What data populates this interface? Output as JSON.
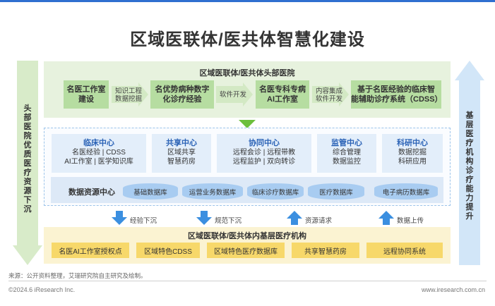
{
  "title": "区域医联体/医共体智慧化建设",
  "left_column": {
    "text": [
      "头",
      "部",
      "医",
      "院",
      "优",
      "质",
      "医",
      "疗",
      "资",
      "源",
      "下",
      "沉"
    ],
    "color": "#d8ebc9"
  },
  "right_column": {
    "text": [
      "基",
      "层",
      "医",
      "疗",
      "机",
      "构",
      "诊",
      "疗",
      "能",
      "力",
      "提",
      "升"
    ],
    "color": "#d2e6f8"
  },
  "top_section": {
    "title": "区域医联体/医共体头部医院",
    "boxes": [
      [
        "名医工作室",
        "建设"
      ],
      [
        "名优势病种数字",
        "化诊疗经验"
      ],
      [
        "名医专科专病",
        "AI工作室"
      ],
      [
        "基于名医经验的临床智",
        "能辅助诊疗系统（CDSS）"
      ]
    ],
    "arrows": [
      [
        "知识工程",
        "数据挖掘"
      ],
      [
        "软件开发"
      ],
      [
        "内容集成",
        "软件开发"
      ]
    ]
  },
  "middle_section": {
    "centers": [
      {
        "title": "临床中心",
        "lines": [
          "名医经验   |   CDSS",
          "AI工作室   |   医学知识库"
        ]
      },
      {
        "title": "共享中心",
        "lines": [
          "区域共享",
          "智慧药房"
        ]
      },
      {
        "title": "协同中心",
        "lines": [
          "远程会诊   |   远程带教",
          "远程监护   |   双向转诊"
        ]
      },
      {
        "title": "监管中心",
        "lines": [
          "综合管理",
          "数据监控"
        ]
      },
      {
        "title": "科研中心",
        "lines": [
          "数据挖掘",
          "科研应用"
        ]
      }
    ],
    "resource_label": "数据资源中心",
    "databases": [
      "基础数据库",
      "运营业务数据库",
      "临床诊疗数据库",
      "医疗数据库",
      "电子病历数据库"
    ]
  },
  "flow_arrows": [
    "经验下沉",
    "规范下沉",
    "资源请求",
    "数据上传"
  ],
  "bottom_section": {
    "title": "区域医联体/医共体内基层医疗机构",
    "items": [
      "名医AI工作室授权点",
      "区域特色CDSS",
      "区域特色医疗数据库",
      "共享智慧药房",
      "远程协同系统"
    ]
  },
  "footer": {
    "source": "来源：公开资料整理，艾瑞研究院自主研究及绘制。",
    "copyright": "©2024.6 iResearch Inc.",
    "website": "www.iresearch.com.cn"
  },
  "colors": {
    "accent_green": "#6cbf3c",
    "accent_blue": "#3b8fe0",
    "yellow": "#f7d86a"
  }
}
